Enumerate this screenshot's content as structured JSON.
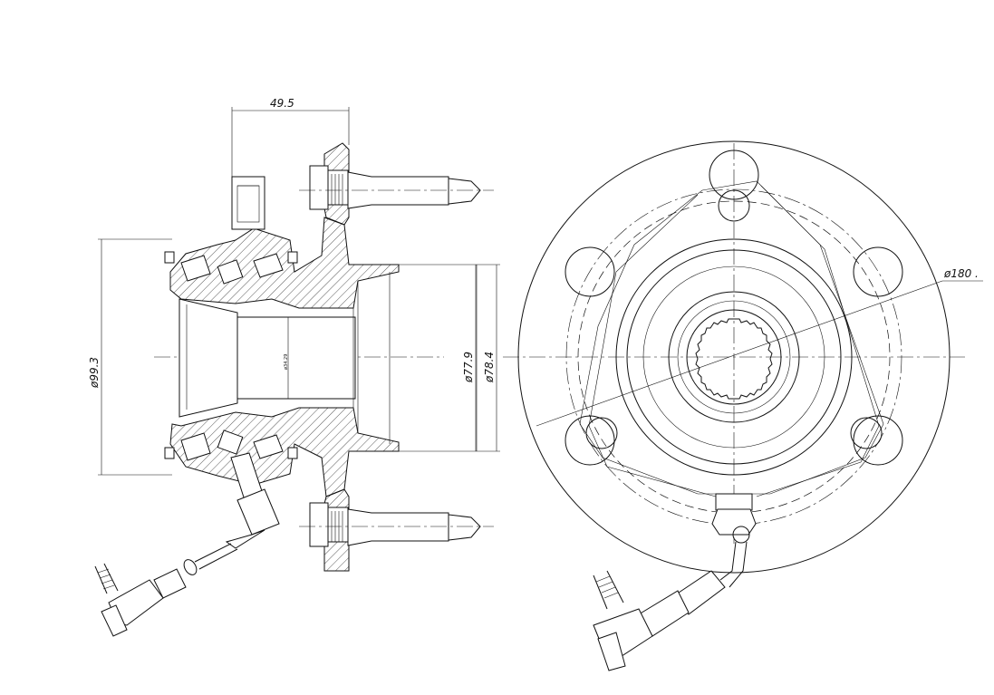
{
  "dimensions": {
    "flange_offset": "49.5",
    "outer_diameter": "ø99.3",
    "bore_diameter": "ø34.29",
    "pilot_diameter_1": "ø77.9",
    "pilot_diameter_2": "ø78.4",
    "flange_diameter": "ø180 ."
  },
  "colors": {
    "line": "#111111",
    "background": "#ffffff"
  }
}
